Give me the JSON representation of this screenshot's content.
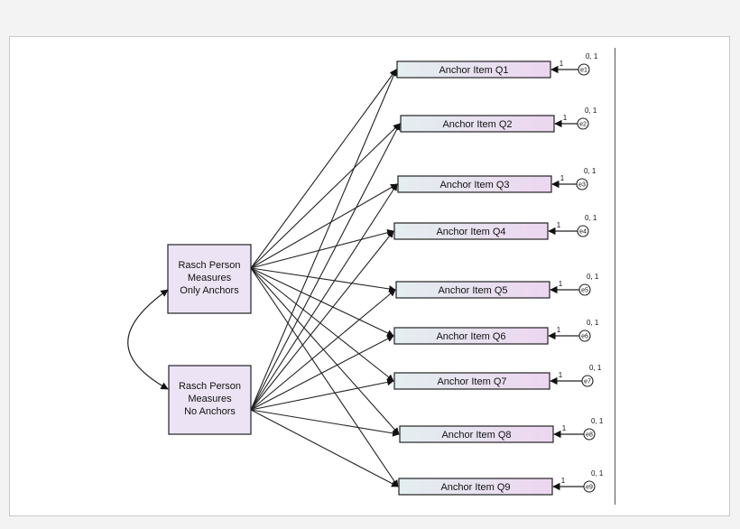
{
  "diagram": {
    "latent_nodes": [
      {
        "id": "only",
        "lines": [
          "Rasch Person",
          "Measures",
          "Only Anchors"
        ]
      },
      {
        "id": "no",
        "lines": [
          "Rasch Person",
          "Measures",
          "No Anchors"
        ]
      }
    ],
    "items": [
      {
        "label": "Anchor Item Q1",
        "error": "e1",
        "path_weight": "1",
        "variance": "0, 1"
      },
      {
        "label": "Anchor Item Q2",
        "error": "e2",
        "path_weight": "1",
        "variance": "0, 1"
      },
      {
        "label": "Anchor Item Q3",
        "error": "e3",
        "path_weight": "1",
        "variance": "0, 1"
      },
      {
        "label": "Anchor Item Q4",
        "error": "e4",
        "path_weight": "1",
        "variance": "0, 1"
      },
      {
        "label": "Anchor Item Q5",
        "error": "e5",
        "path_weight": "1",
        "variance": "0, 1"
      },
      {
        "label": "Anchor Item Q6",
        "error": "e6",
        "path_weight": "1",
        "variance": "0, 1"
      },
      {
        "label": "Anchor Item Q7",
        "error": "e7",
        "path_weight": "1",
        "variance": "0, 1"
      },
      {
        "label": "Anchor Item Q8",
        "error": "e8",
        "path_weight": "1",
        "variance": "0, 1"
      },
      {
        "label": "Anchor Item Q9",
        "error": "e9",
        "path_weight": "1",
        "variance": "0, 1"
      }
    ],
    "colors": {
      "latent_fill": "#ece4f4",
      "item_fill_start": "#e4eef0",
      "item_fill_end": "#ecd6f0",
      "stroke": "#222222"
    }
  }
}
